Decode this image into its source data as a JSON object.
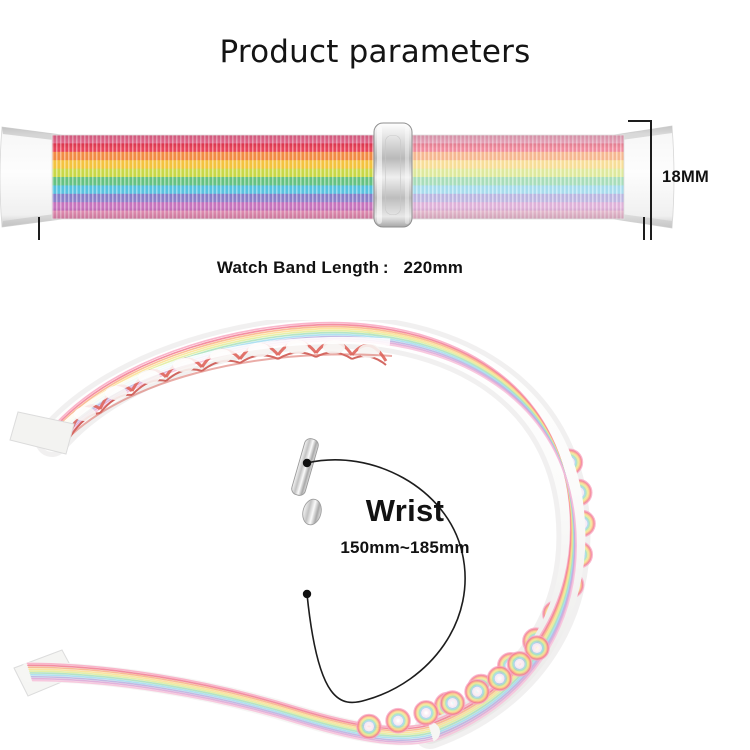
{
  "page": {
    "title": "Product parameters",
    "background": "#ffffff"
  },
  "band_spec": {
    "length_label_prefix": "Watch Band Length :",
    "length_value": "220mm",
    "length_label_full": "Watch Band Length :   220mm",
    "width_value": "18MM"
  },
  "wrist_spec": {
    "title": "Wrist",
    "range": "150mm~185mm"
  },
  "colors": {
    "line": "#1d1d1d",
    "text": "#121212",
    "metal_light": "#f2f2f2",
    "metal_mid": "#c9c9c9",
    "metal_dark": "#8e8e8e",
    "strap_white": "#f4f4f2",
    "stripes": [
      "#f4658f",
      "#e8243f",
      "#f47c28",
      "#f7c02a",
      "#c9d93a",
      "#5fc27e",
      "#49bfe0",
      "#7b6fc4",
      "#c05bb4",
      "#f08ab6"
    ],
    "stripes_pale": [
      "#f9a8c2",
      "#f27a90",
      "#f9b184",
      "#fbdf90",
      "#e0ec9a",
      "#a8e0bb",
      "#a2dcef",
      "#b6afe0",
      "#dda6d6",
      "#f7c0d9"
    ]
  },
  "icons": {
    "band_strap": "watch-band-strap",
    "buckle": "metal-buckle-slider",
    "dimension_arrow": "dimension-line",
    "wrist_circle": "wrist-circumference-arc"
  }
}
